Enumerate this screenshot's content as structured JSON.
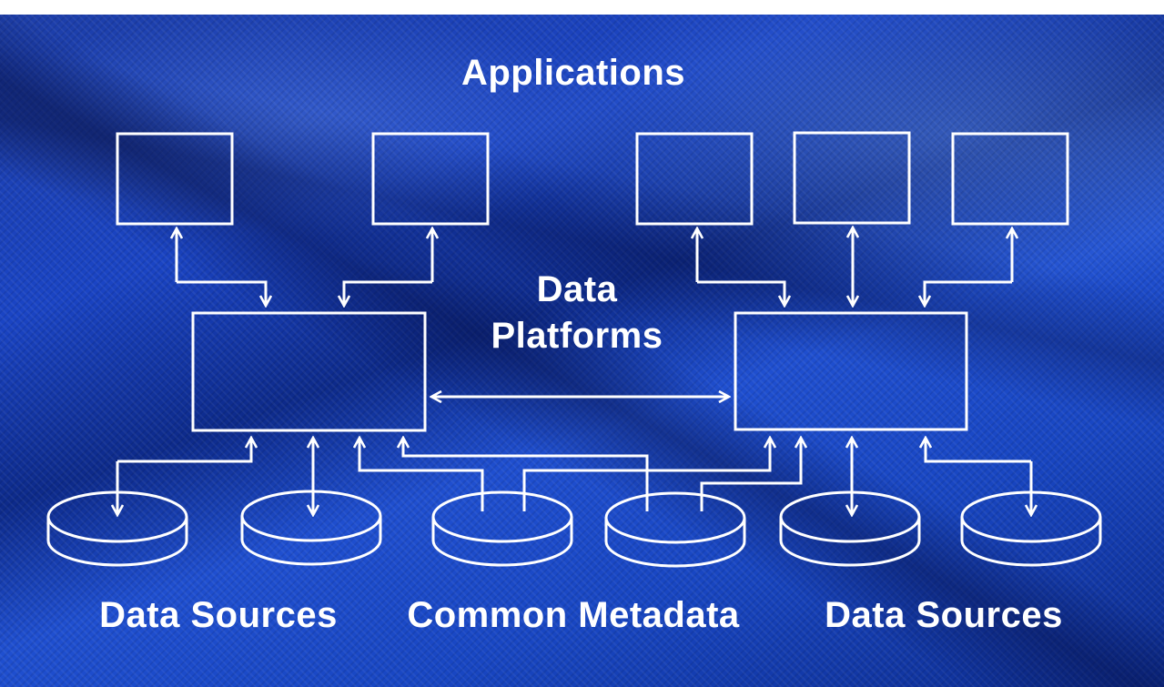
{
  "labels": {
    "applications": "Applications",
    "data_platforms_line1": "Data",
    "data_platforms_line2": "Platforms",
    "data_sources_left": "Data Sources",
    "common_metadata": "Common Metadata",
    "data_sources_right": "Data Sources"
  },
  "colors": {
    "line": "#ffffff",
    "background": "#1a44c4"
  }
}
